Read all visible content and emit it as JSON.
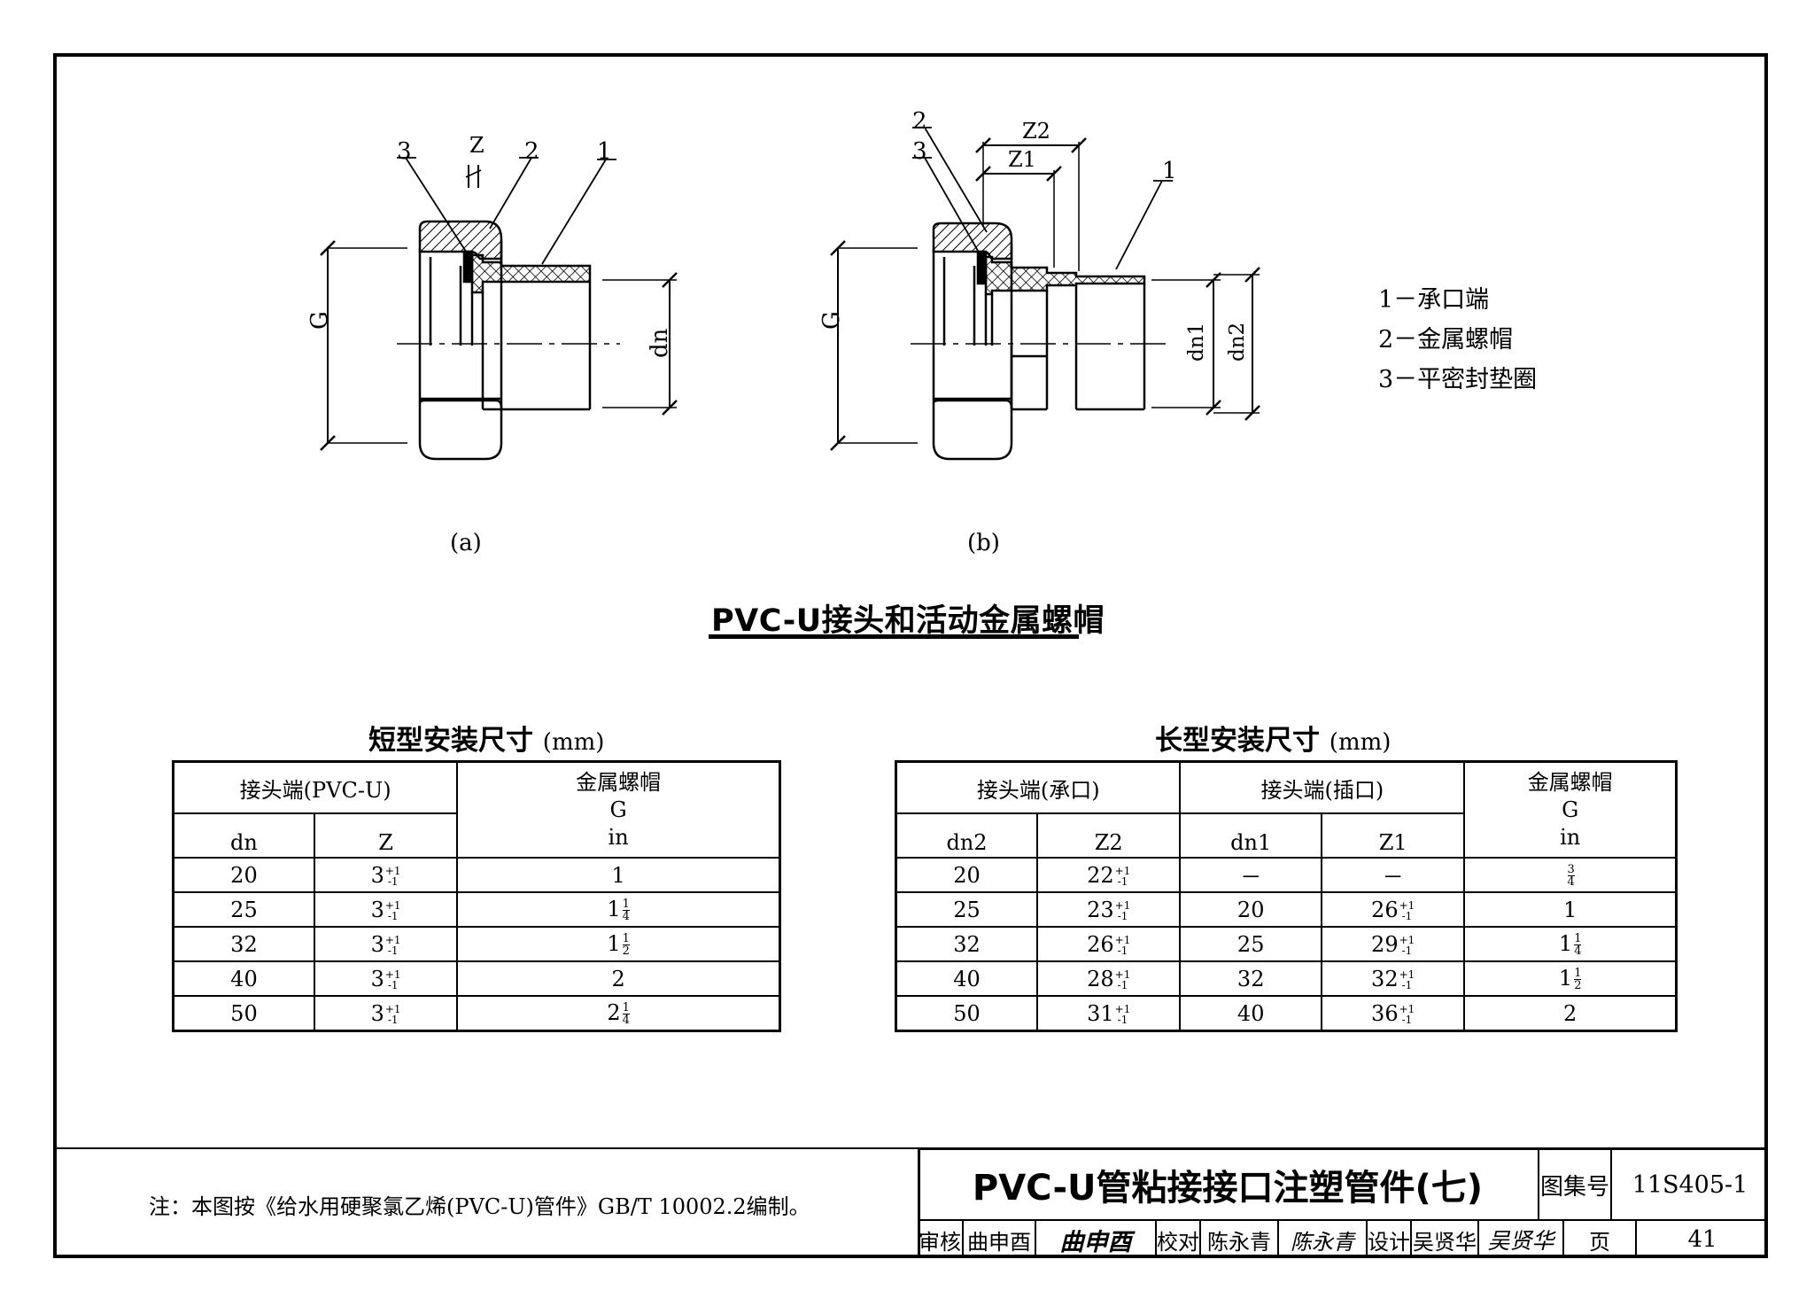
{
  "diagram": {
    "a": {
      "caption": "(a)",
      "callouts": [
        "3",
        "Z",
        "2",
        "1"
      ],
      "dims": {
        "g": "G",
        "dn": "dn"
      }
    },
    "b": {
      "caption": "(b)",
      "callouts": [
        "2",
        "3",
        "Z2",
        "Z1",
        "1"
      ],
      "dims": {
        "g": "G",
        "dn1": "dn1",
        "dn2": "dn2"
      }
    }
  },
  "legend": [
    "1－承口端",
    "2－金属螺帽",
    "3－平密封垫圈"
  ],
  "main_title": "PVC-U接头和活动金属螺帽",
  "short_table": {
    "caption": "短型安装尺寸",
    "unit": "(mm)",
    "header": {
      "joint_end": "接头端(PVC-U)",
      "nut_line1": "金属螺帽",
      "nut_line2": "G",
      "nut_line3": "in",
      "dn": "dn",
      "z": "Z"
    },
    "rows": [
      {
        "dn": "20",
        "z": "3",
        "z_tol_up": "+1",
        "z_tol_down": "-1",
        "g_whole": "1",
        "g_num": "",
        "g_den": ""
      },
      {
        "dn": "25",
        "z": "3",
        "z_tol_up": "+1",
        "z_tol_down": "-1",
        "g_whole": "1",
        "g_num": "1",
        "g_den": "4"
      },
      {
        "dn": "32",
        "z": "3",
        "z_tol_up": "+1",
        "z_tol_down": "-1",
        "g_whole": "1",
        "g_num": "1",
        "g_den": "2"
      },
      {
        "dn": "40",
        "z": "3",
        "z_tol_up": "+1",
        "z_tol_down": "-1",
        "g_whole": "2",
        "g_num": "",
        "g_den": ""
      },
      {
        "dn": "50",
        "z": "3",
        "z_tol_up": "+1",
        "z_tol_down": "-1",
        "g_whole": "2",
        "g_num": "1",
        "g_den": "4"
      }
    ]
  },
  "long_table": {
    "caption": "长型安装尺寸",
    "unit": "(mm)",
    "header": {
      "socket_end": "接头端(承口)",
      "spigot_end": "接头端(插口)",
      "nut_line1": "金属螺帽",
      "nut_line2": "G",
      "nut_line3": "in",
      "dn2": "dn2",
      "z2": "Z2",
      "dn1": "dn1",
      "z1": "Z1"
    },
    "rows": [
      {
        "dn2": "20",
        "z2": "22",
        "dn1": "－",
        "z1": "－",
        "z1_tol": false,
        "g_whole": "",
        "g_num": "3",
        "g_den": "4"
      },
      {
        "dn2": "25",
        "z2": "23",
        "dn1": "20",
        "z1": "26",
        "z1_tol": true,
        "g_whole": "1",
        "g_num": "",
        "g_den": ""
      },
      {
        "dn2": "32",
        "z2": "26",
        "dn1": "25",
        "z1": "29",
        "z1_tol": true,
        "g_whole": "1",
        "g_num": "1",
        "g_den": "4"
      },
      {
        "dn2": "40",
        "z2": "28",
        "dn1": "32",
        "z1": "32",
        "z1_tol": true,
        "g_whole": "1",
        "g_num": "1",
        "g_den": "2"
      },
      {
        "dn2": "50",
        "z2": "31",
        "dn1": "40",
        "z1": "36",
        "z1_tol": true,
        "g_whole": "2",
        "g_num": "",
        "g_den": ""
      }
    ],
    "tol_up": "+1",
    "tol_down": "-1"
  },
  "note": "注：本图按《给水用硬聚氯乙烯(PVC-U)管件》GB/T 10002.2编制。",
  "title_block": {
    "title": "PVC-U管粘接接口注塑管件(七)",
    "atlas_label": "图集号",
    "atlas_no": "11S405-1",
    "review_label": "审核",
    "reviewer": "曲申酉",
    "review_sign": "曲申酉",
    "check_label": "校对",
    "checker": "陈永青",
    "check_sign": "陈永青",
    "design_label": "设计",
    "designer": "吴贤华",
    "design_sign": "吴贤华",
    "page_label": "页",
    "page_no": "41"
  }
}
